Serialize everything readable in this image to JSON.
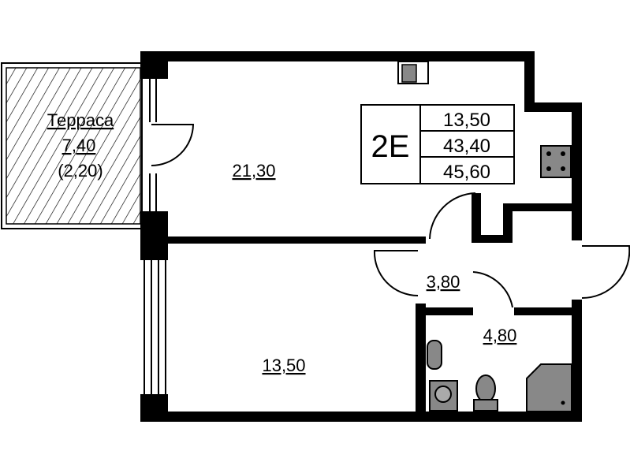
{
  "plan": {
    "terrace": {
      "name": "Терраса",
      "area": "7,40",
      "reduced_area": "(2,20)"
    },
    "rooms": [
      {
        "id": "kitchen-living",
        "area": "21,30"
      },
      {
        "id": "bedroom",
        "area": "13,50"
      },
      {
        "id": "hall",
        "area": "3,80"
      },
      {
        "id": "bathroom",
        "area": "4,80"
      }
    ],
    "info": {
      "type": "2E",
      "living_area": "13,50",
      "total_area": "43,40",
      "total_with_terrace": "45,60"
    }
  }
}
